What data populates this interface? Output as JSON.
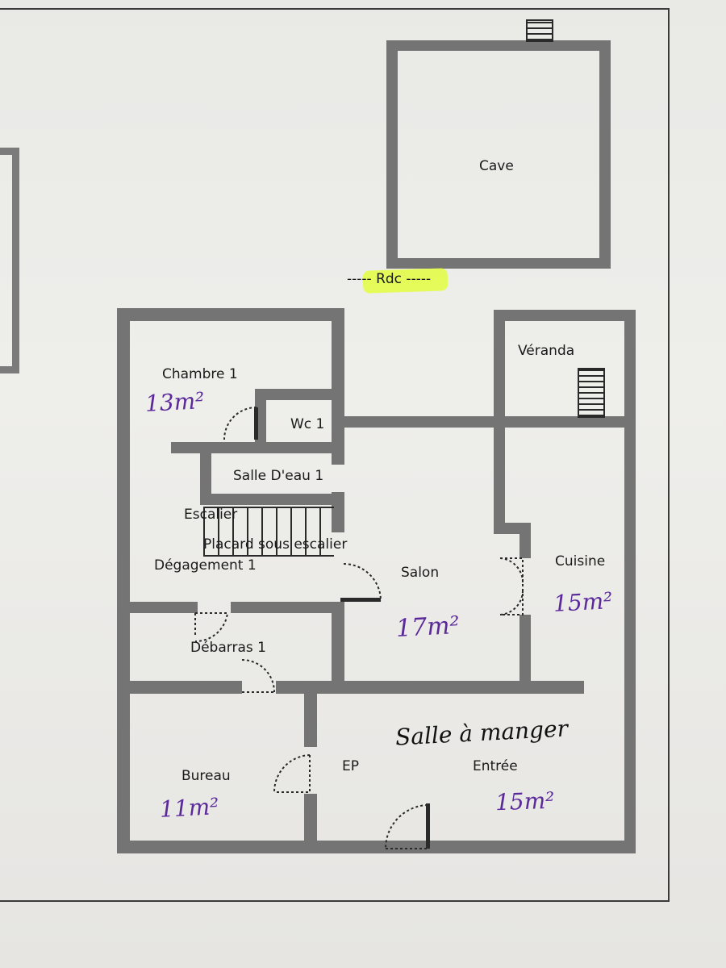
{
  "level_label": "----- Rdc -----",
  "rooms": {
    "cave": "Cave",
    "veranda": "Véranda",
    "chambre1": "Chambre 1",
    "wc1": "Wc 1",
    "salle_deau1": "Salle D'eau 1",
    "escalier": "Escalier",
    "placard": "Placard sous escalier",
    "degagement1": "Dégagement 1",
    "salon": "Salon",
    "cuisine": "Cuisine",
    "debarras1": "Débarras 1",
    "bureau": "Bureau",
    "ep": "EP",
    "entree": "Entrée"
  },
  "annotations": {
    "chambre1_area": "13m²",
    "salon_area": "17m²",
    "cuisine_area": "15m²",
    "bureau_area": "11m²",
    "entree_area": "15m²",
    "salle_a_manger": "Salle à manger"
  },
  "colors": {
    "wall": "#747474",
    "handwriting": "#5b2a9a",
    "highlighter": "#e1ff28"
  }
}
